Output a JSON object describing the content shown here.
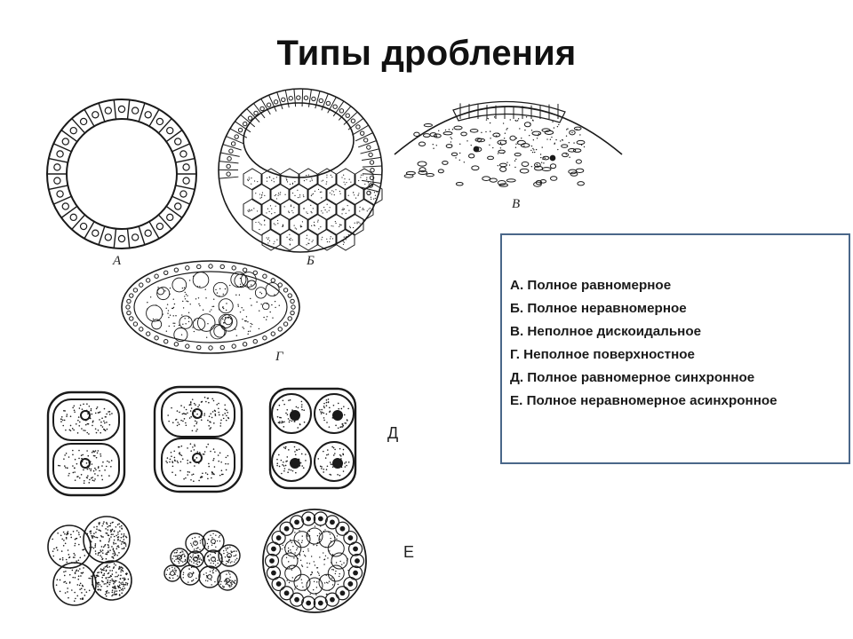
{
  "title": "Типы дробления",
  "figures": [
    {
      "label": "А"
    },
    {
      "label": "Б"
    },
    {
      "label": "В"
    },
    {
      "label": "Г"
    }
  ],
  "rows": [
    {
      "label": "Д"
    },
    {
      "label": "Е"
    }
  ],
  "legend": {
    "items": [
      "А. Полное равномерное",
      "Б. Полное неравномерное",
      "В. Неполное дискоидальное",
      "Г. Неполное поверхностное",
      "Д. Полное равномерное синхронное",
      "Е. Полное неравномерное асинхронное"
    ]
  },
  "colors": {
    "legend_border": "#4a6789",
    "ink": "#1a1a1a"
  }
}
